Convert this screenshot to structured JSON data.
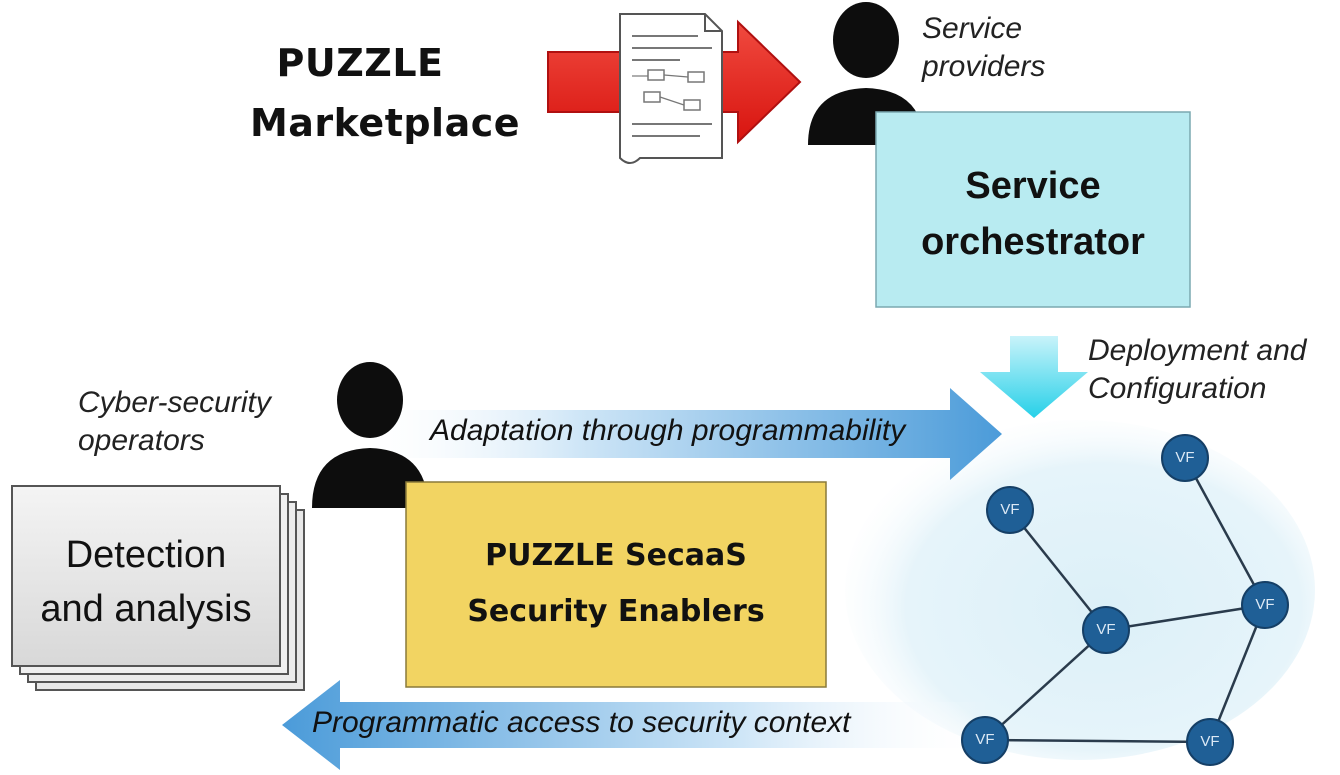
{
  "marketplace": {
    "line1": "PUZZLE",
    "line2": "Marketplace"
  },
  "providers": {
    "line1": "Service",
    "line2": "providers"
  },
  "orchestrator": {
    "line1": "Service",
    "line2": "orchestrator"
  },
  "deployment": {
    "line1": "Deployment and",
    "line2": "Configuration"
  },
  "operators": {
    "line1": "Cyber-security",
    "line2": "operators"
  },
  "adaptation_label": "Adaptation through programmability",
  "enablers": {
    "line1": "PUZZLE SecaaS",
    "line2": "Security Enablers"
  },
  "detection": {
    "line1": "Detection",
    "line2": "and analysis"
  },
  "access_label": "Programmatic access to security context",
  "vf_label": "VF",
  "colors": {
    "red_arrow": "#e8201c",
    "orchestrator_fill": "#b8ebf1",
    "enablers_fill": "#f2d462",
    "blue_arrow": "#5aa6dc",
    "node_fill": "#1f5f96",
    "cloud": "#e4f3f9"
  }
}
